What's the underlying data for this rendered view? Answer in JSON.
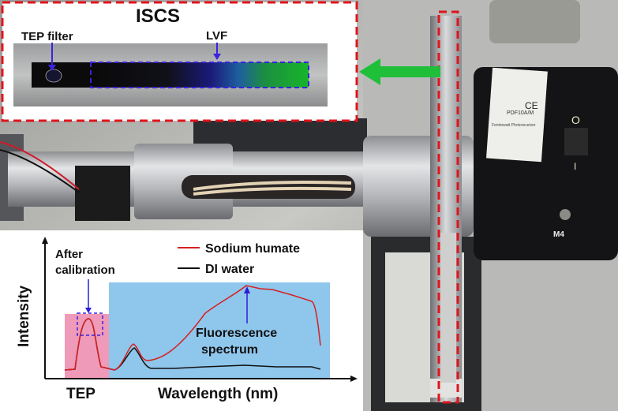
{
  "inset_top": {
    "title": "ISCS",
    "tep_filter_label": "TEP filter",
    "lvf_label": "LVF"
  },
  "photo": {
    "device_label_model": "PDF10A/M",
    "device_label_desc": "Femtowatt Photoreceiver",
    "device_switch_off": "O",
    "device_switch_on": "I",
    "device_port": "M4",
    "ce_mark": "CE"
  },
  "inset_plot": {
    "y_label": "Intensity",
    "x_label": "Wavelength (nm)",
    "tep_label": "TEP",
    "calibration_label_line1": "After",
    "calibration_label_line2": "calibration",
    "fluorescence_label_line1": "Fluorescence",
    "fluorescence_label_line2": "spectrum",
    "legend": [
      {
        "name": "Sodium humate",
        "color": "#d62020"
      },
      {
        "name": "DI water",
        "color": "#111111"
      }
    ]
  },
  "colors": {
    "dashed_frame": "#e0141c",
    "annotation_blue": "#2a1fd8",
    "arrow_green": "#1fbf3a",
    "tep_region": "#ef9ab8",
    "spectrum_region": "#8fc6ec"
  }
}
